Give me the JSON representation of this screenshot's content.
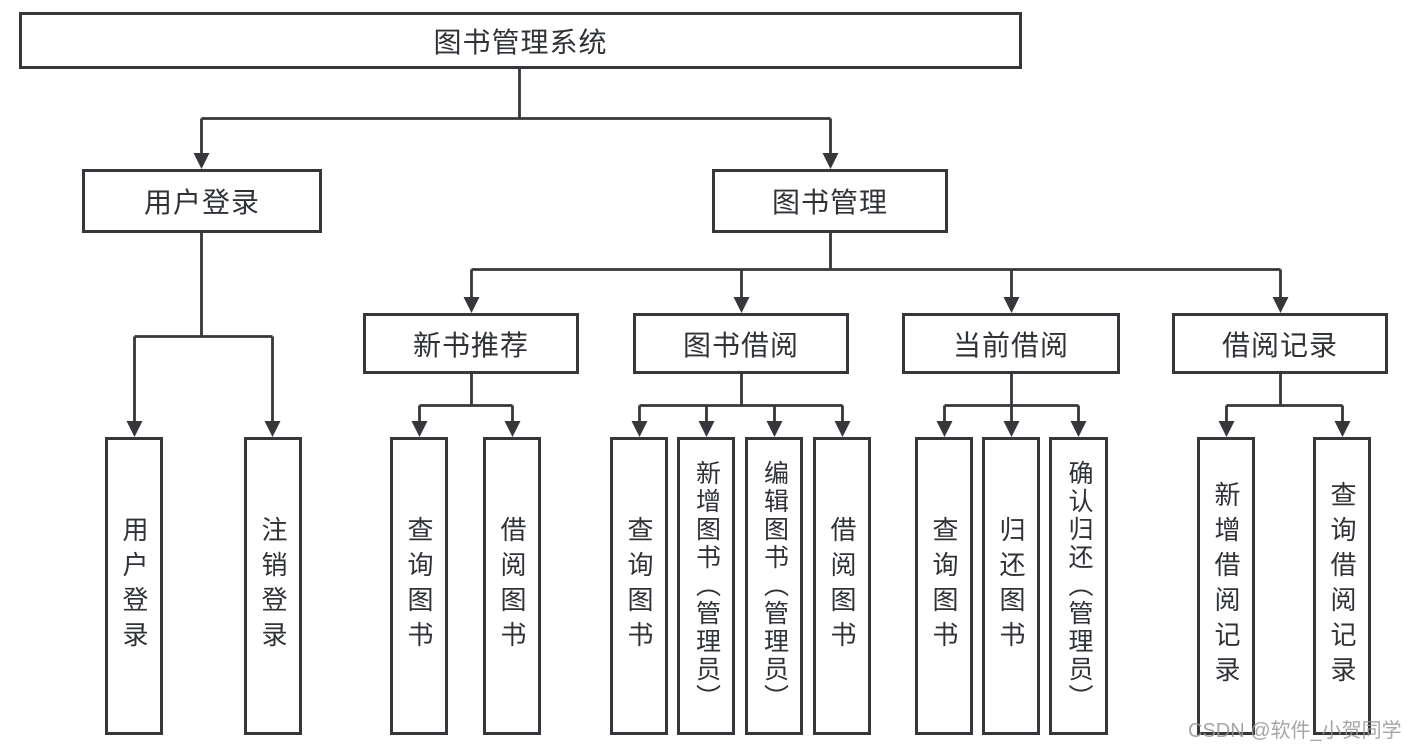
{
  "tree": {
    "label": "图书管理系统",
    "children": [
      {
        "label": "用户登录",
        "children": [
          {
            "label": "用户登录"
          },
          {
            "label": "注销登录"
          }
        ]
      },
      {
        "label": "图书管理",
        "children": [
          {
            "label": "新书推荐",
            "children": [
              {
                "label": "查询图书"
              },
              {
                "label": "借阅图书"
              }
            ]
          },
          {
            "label": "图书借阅",
            "children": [
              {
                "label": "查询图书"
              },
              {
                "label": "新增图书（管理员）"
              },
              {
                "label": "编辑图书（管理员）"
              },
              {
                "label": "借阅图书"
              }
            ]
          },
          {
            "label": "当前借阅",
            "children": [
              {
                "label": "查询图书"
              },
              {
                "label": "归还图书"
              },
              {
                "label": "确认归还（管理员）"
              }
            ]
          },
          {
            "label": "借阅记录",
            "children": [
              {
                "label": "新增借阅记录"
              },
              {
                "label": "查询借阅记录"
              }
            ]
          }
        ]
      }
    ]
  },
  "watermark": "CSDN @软件_小贺同学",
  "colors": {
    "line": "#35373a",
    "box_background": "#ffffff",
    "text": "#2f3236",
    "watermark": "#969696"
  }
}
